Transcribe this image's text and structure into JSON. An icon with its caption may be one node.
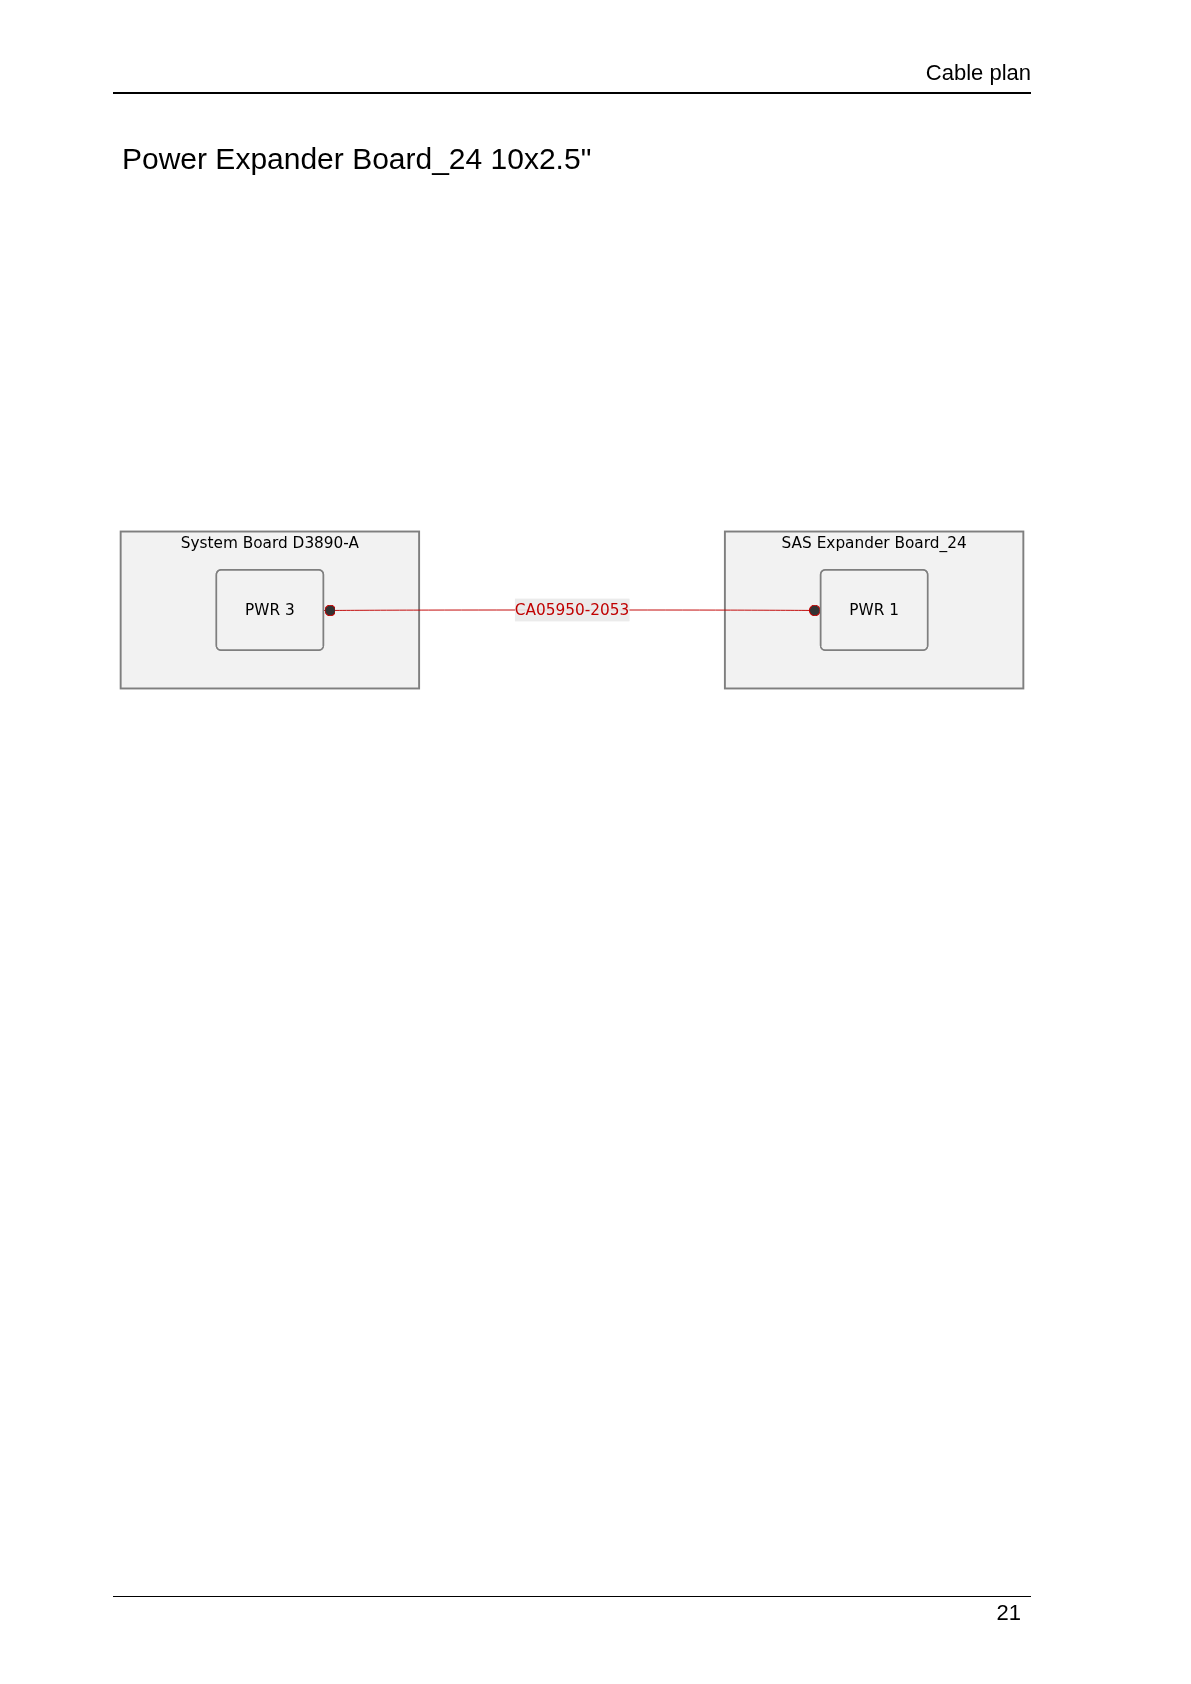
{
  "diagram": {
    "title": "Power Expander Board_24 10x2.5\"",
    "nodes": [
      {
        "text": [
          "System Board D3890-A"
        ]
      },
      {
        "text": [
          "PWR 3"
        ],
        "in": 0
      },
      {
        "text": [
          "SAS Expander Board_24"
        ]
      },
      {
        "text": [
          "PWR 1"
        ],
        "in": 2
      }
    ],
    "edges": [
      {
        "from": 1,
        "to": 3,
        "arrow": "other",
        "label": "CA05950-2053",
        "color": "#c00000"
      }
    ],
    "labels": [
      "Cable plan",
      "21"
    ]
  }
}
